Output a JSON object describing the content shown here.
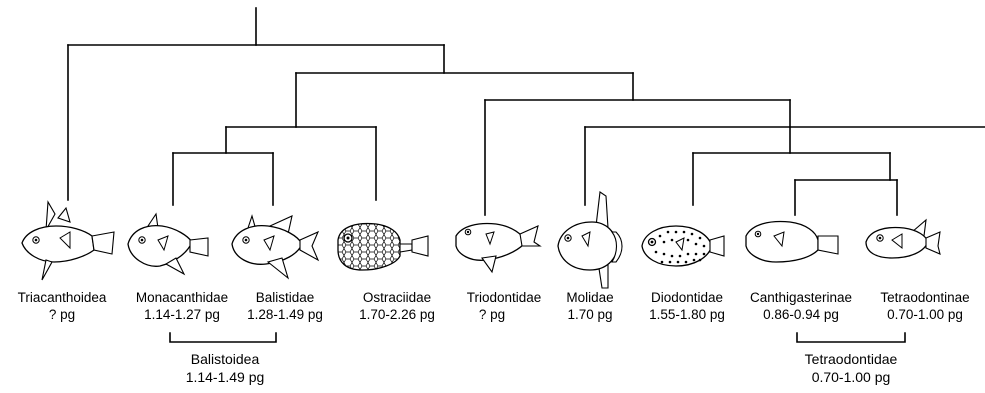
{
  "taxa": [
    {
      "name": "Triacanthoidea",
      "genome": "? pg",
      "icon": "triacanthoid-fish-icon"
    },
    {
      "name": "Monacanthidae",
      "genome": "1.14-1.27 pg",
      "icon": "filefish-icon"
    },
    {
      "name": "Balistidae",
      "genome": "1.28-1.49 pg",
      "icon": "triggerfish-icon"
    },
    {
      "name": "Ostraciidae",
      "genome": "1.70-2.26 pg",
      "icon": "boxfish-icon"
    },
    {
      "name": "Triodontidae",
      "genome": "? pg",
      "icon": "three-toothed-puffer-icon"
    },
    {
      "name": "Molidae",
      "genome": "1.70 pg",
      "icon": "sunfish-icon"
    },
    {
      "name": "Diodontidae",
      "genome": "1.55-1.80 pg",
      "icon": "porcupinefish-icon"
    },
    {
      "name": "Canthigasterinae",
      "genome": "0.86-0.94 pg",
      "icon": "sharpnose-puffer-icon"
    },
    {
      "name": "Tetraodontinae",
      "genome": "0.70-1.00 pg",
      "icon": "pufferfish-icon"
    }
  ],
  "groups": [
    {
      "name": "Balistoidea",
      "genome": "1.14-1.49 pg"
    },
    {
      "name": "Tetraodontidae",
      "genome": "0.70-1.00 pg"
    }
  ]
}
